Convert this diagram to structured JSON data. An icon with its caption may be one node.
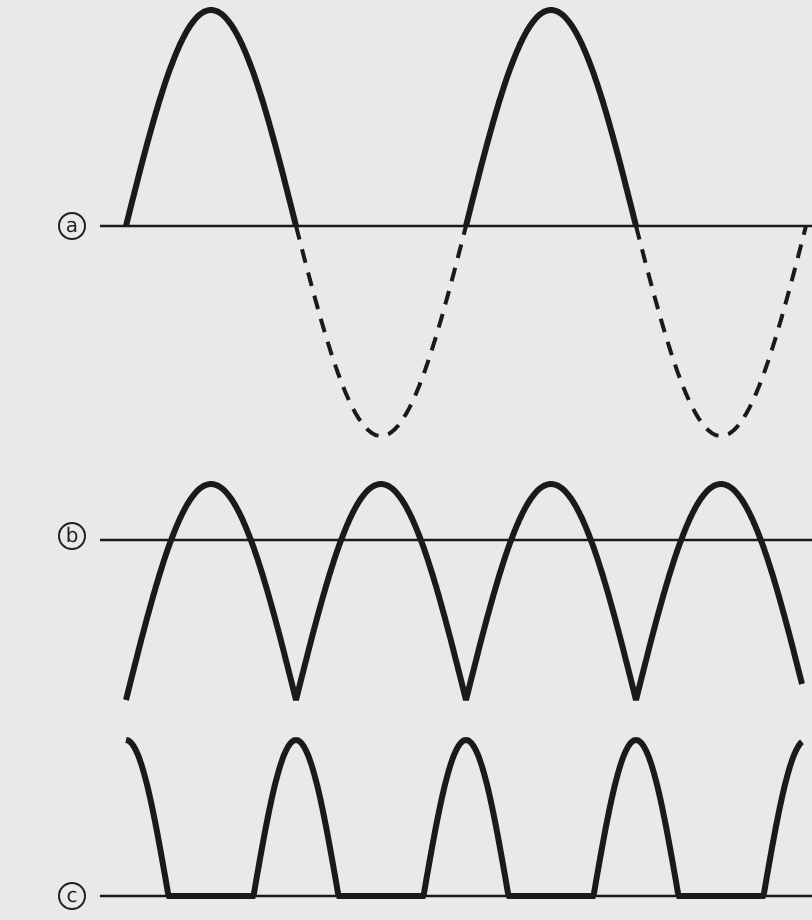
{
  "diagram": {
    "nodes": [
      {
        "text": [
          "a"
        ]
      },
      {
        "text": [
          "b"
        ]
      },
      {
        "text": [
          "c"
        ]
      }
    ],
    "edges": []
  }
}
